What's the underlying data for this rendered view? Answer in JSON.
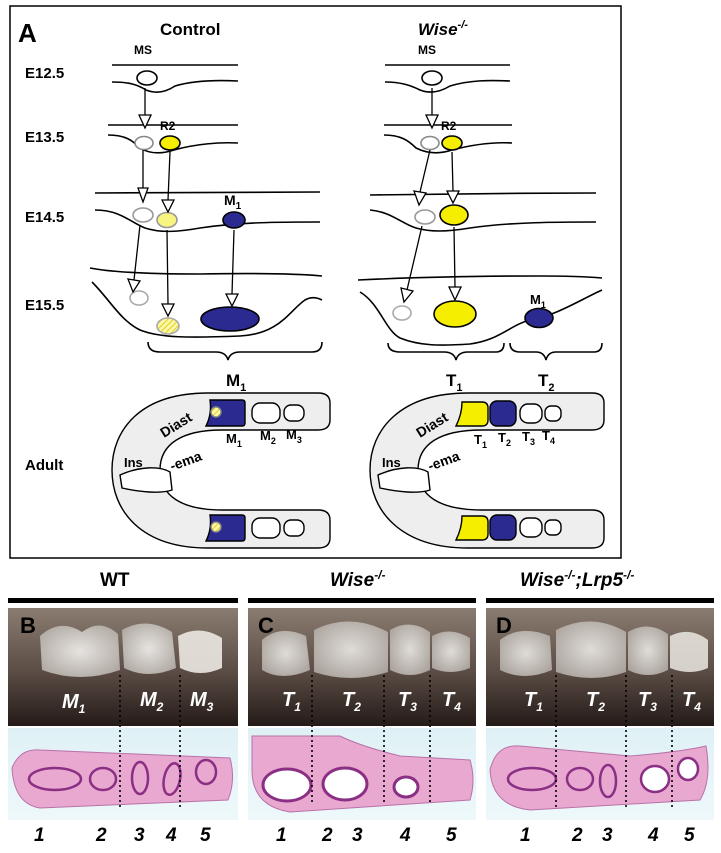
{
  "panel_a": {
    "letter": "A",
    "col_control": "Control",
    "col_wise": "Wise",
    "col_wise_sup": "-/-",
    "stages": [
      "E12.5",
      "E13.5",
      "E14.5",
      "E15.5",
      "Adult"
    ],
    "ms": "MS",
    "r2": "R2",
    "m": "M",
    "t": "T",
    "sub1": "1",
    "sub2": "2",
    "sub3": "3",
    "sub4": "4",
    "ins": "Ins",
    "diast": "Diast",
    "ema": "-ema"
  },
  "panel_b": {
    "letter": "B",
    "title": "WT"
  },
  "panel_c": {
    "letter": "C",
    "title": "Wise",
    "title_sup": "-/-"
  },
  "panel_d": {
    "letter": "D",
    "title": "Wise",
    "title_sup": "-/-",
    "title_b": ";Lrp5",
    "title_b_sup": "-/-"
  },
  "numbers": [
    "1",
    "2",
    "3",
    "4",
    "5"
  ],
  "colors": {
    "yellow": "#f5ee00",
    "blue": "#2a2a90",
    "jaw": "#eeeeee"
  }
}
